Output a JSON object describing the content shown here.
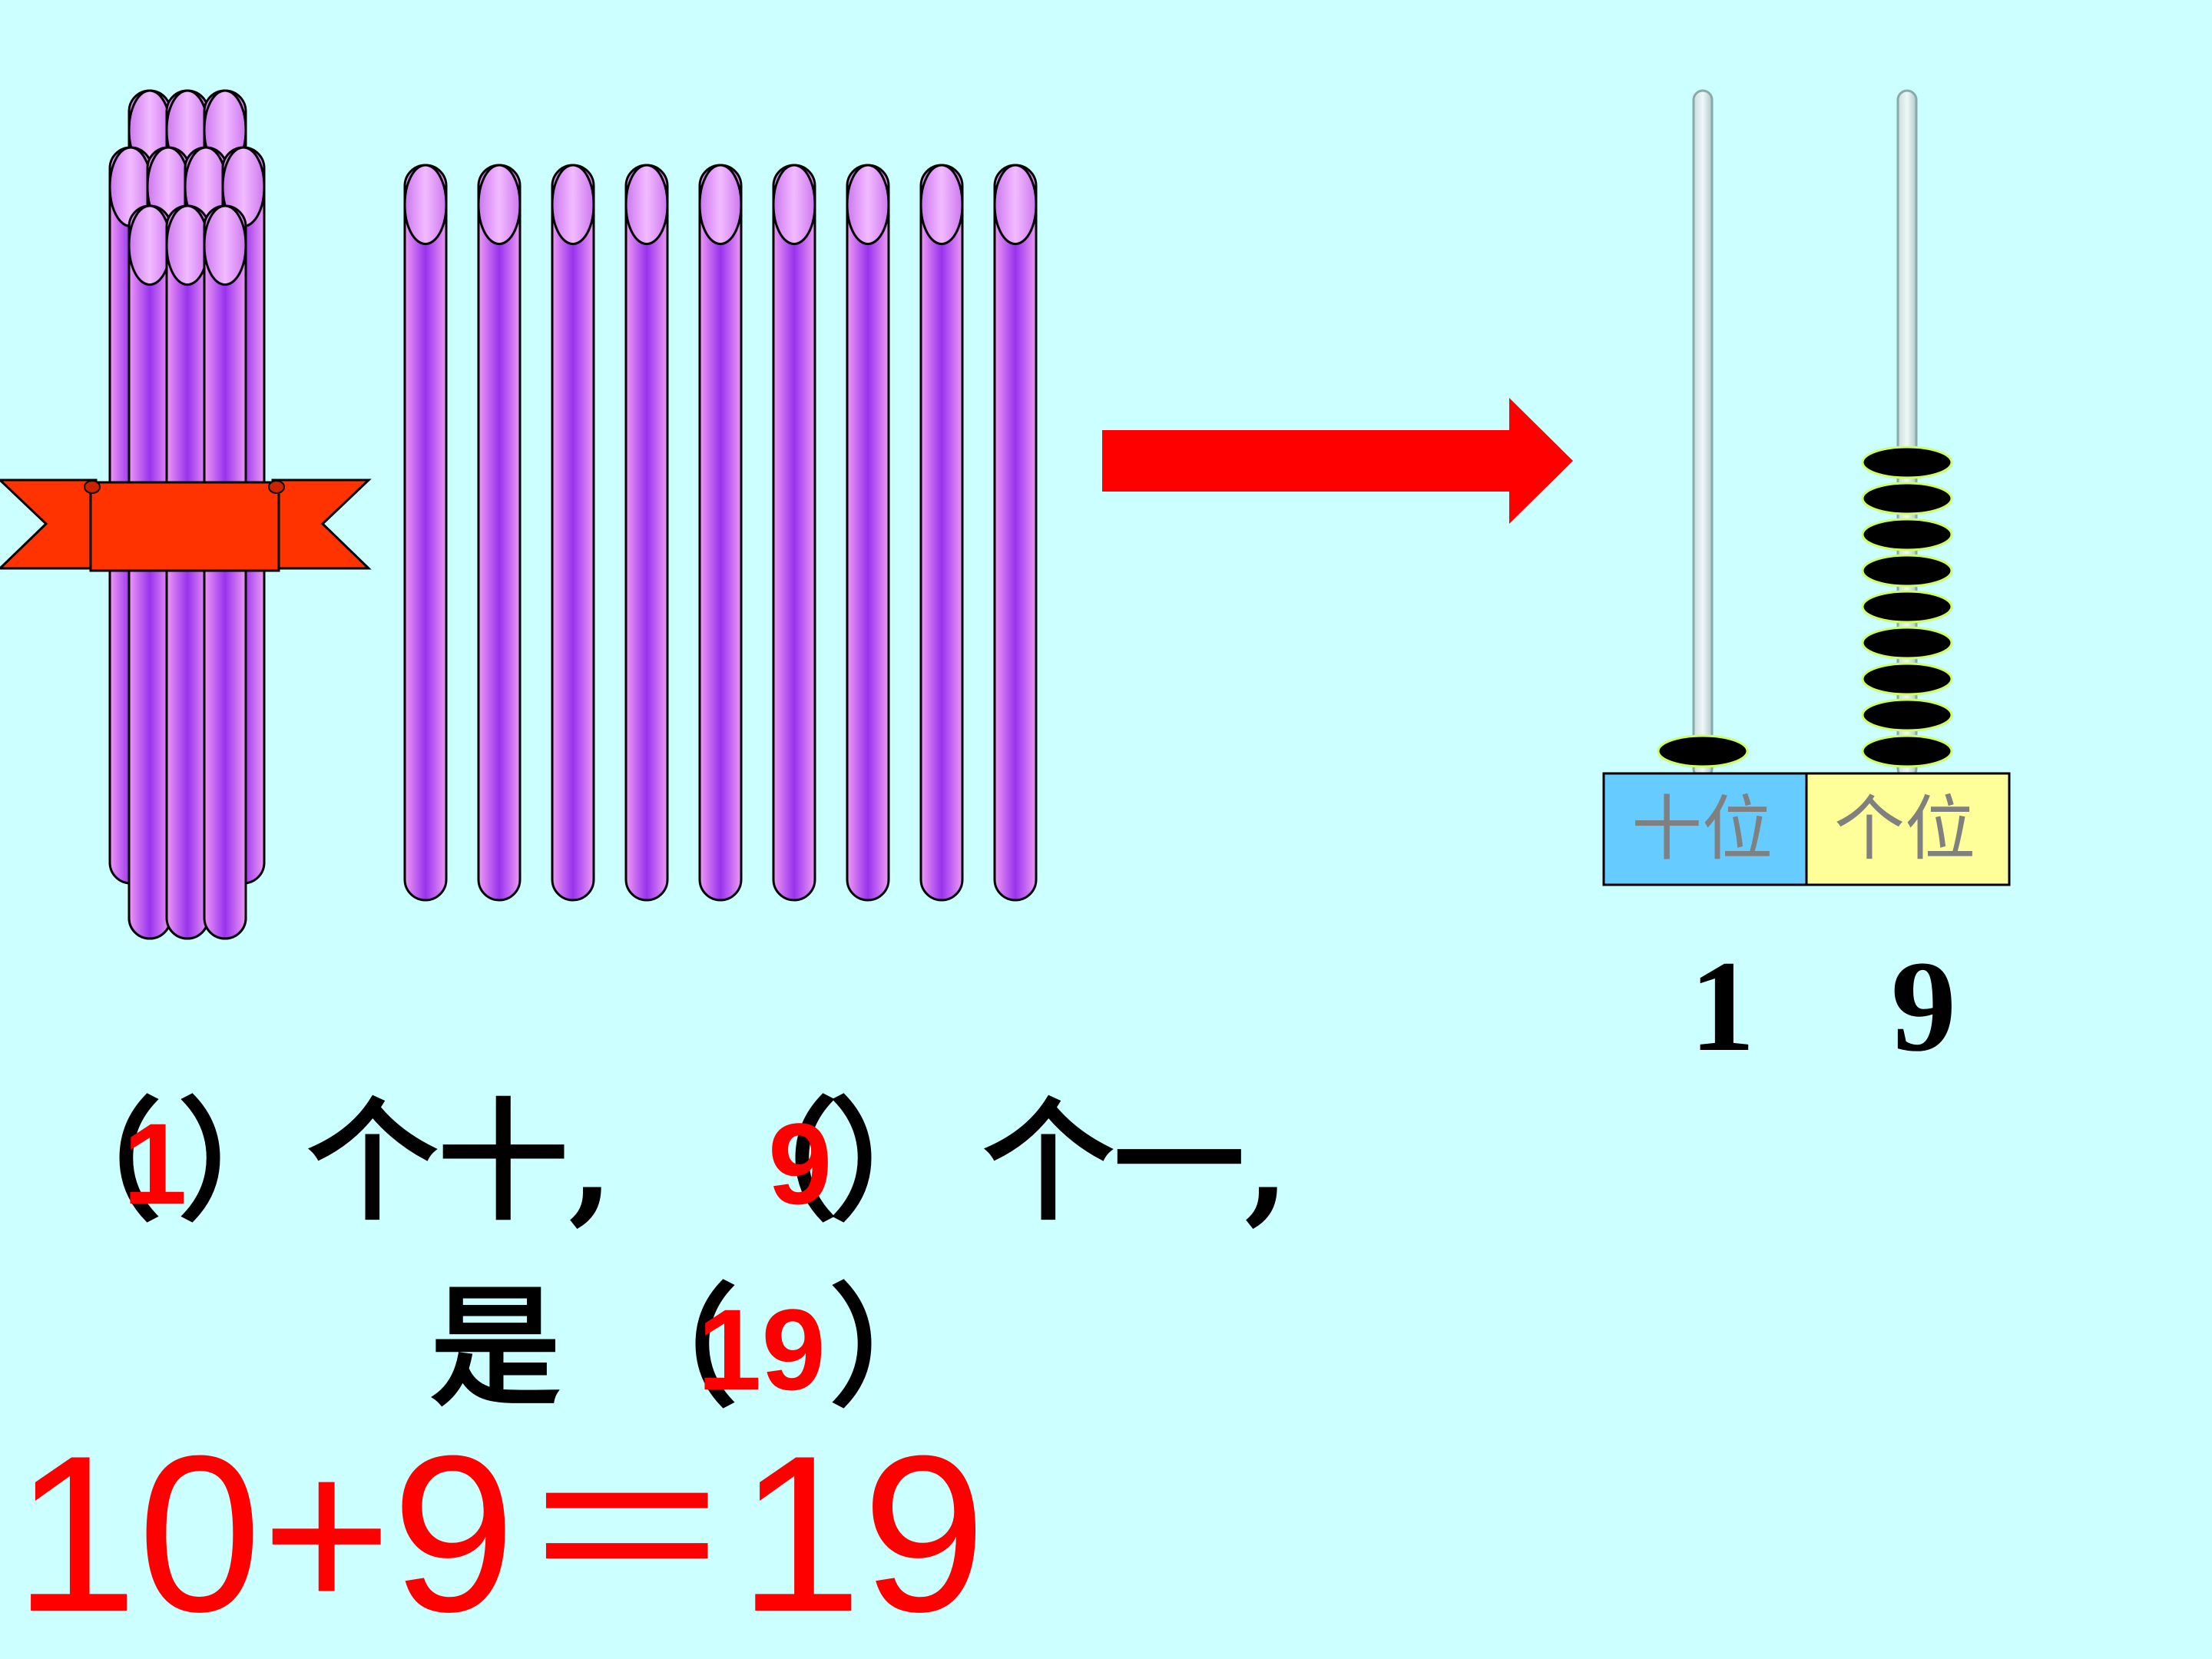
{
  "abacus": {
    "tens_label": "十位",
    "ones_label": "个位",
    "tens_digit": "1",
    "ones_digit": "9",
    "tens_beads": 1,
    "ones_beads": 9,
    "tens_color": "#66ccff",
    "ones_color": "#ffff99"
  },
  "sticks": {
    "bundle_count": 10,
    "loose_count": 9,
    "stick_color": "#aa44ee",
    "ribbon_color": "#ff3300"
  },
  "sentence": {
    "open1": "（",
    "tens_value": "1",
    "close1": "）",
    "tens_text": "个十,",
    "open2": "（",
    "ones_value": "9",
    "close2": "）",
    "ones_text": "个一,",
    "is_text": "是",
    "open3": "（",
    "total_value": "19",
    "close3": "）"
  },
  "equation": "10+9＝19",
  "colors": {
    "background": "#ccffff",
    "answer": "#ff0000",
    "arrow": "#ff0000"
  }
}
